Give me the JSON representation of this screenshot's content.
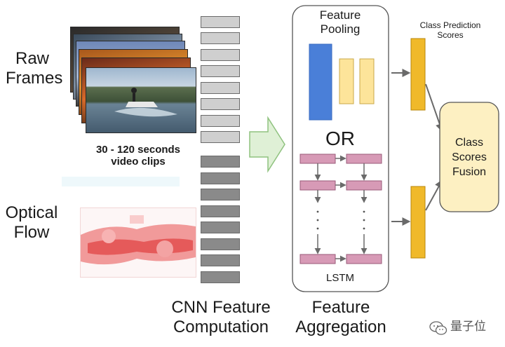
{
  "labels": {
    "raw_frames": [
      "Raw",
      "Frames"
    ],
    "clip_caption": [
      "30 - 120 seconds",
      "video clips"
    ],
    "optical_flow": [
      "Optical",
      "Flow"
    ],
    "cnn_feature": [
      "CNN Feature",
      "Computation"
    ],
    "feature_aggregation": [
      "Feature",
      "Aggregation"
    ],
    "feature_pooling": [
      "Feature",
      "Pooling"
    ],
    "or": "OR",
    "lstm": "LSTM",
    "class_prediction": [
      "Class Prediction",
      "Scores"
    ],
    "fusion": [
      "Class",
      "Scores",
      "Fusion"
    ],
    "watermark": "量子位"
  },
  "colors": {
    "cnn_light": "#cfcfcf",
    "cnn_dark": "#8a8a8a",
    "pool_blue": "#4a7fd8",
    "pool_yellow": "#fde49a",
    "lstm_pink": "#d79ab6",
    "score_gold": "#f0b92a",
    "fusion_fill": "#fdf0c2",
    "arrow_green_fill": "#dff0d6",
    "arrow_green_stroke": "#8fc27f"
  },
  "icons": [
    "video-frame-stack",
    "optical-flow-image",
    "wechat-icon"
  ]
}
